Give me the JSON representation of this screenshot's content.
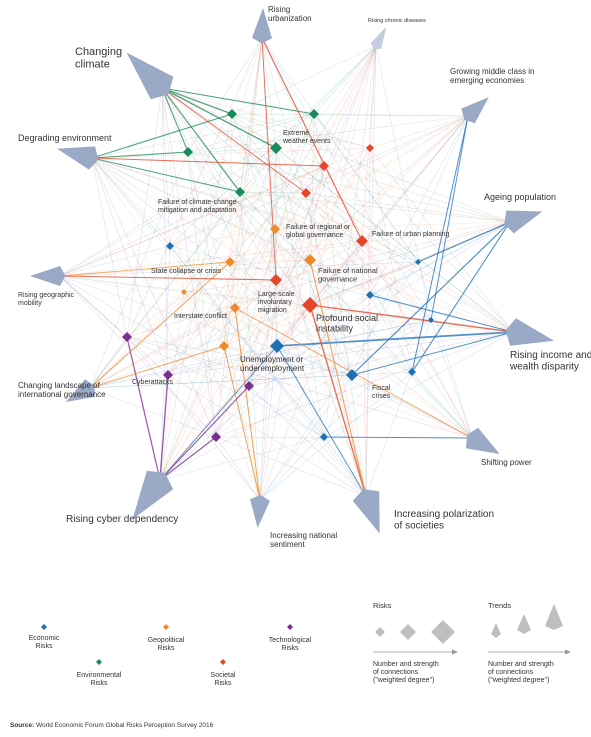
{
  "colors": {
    "economic": "#1f6fb5",
    "environmental": "#1a8a5a",
    "geopolitical": "#ef8a2c",
    "societal": "#e4452b",
    "technological": "#7b2d8e",
    "trend": "#9aa9c6",
    "trend_light": "#c4cde0",
    "legend_shape": "#bfbfbf",
    "axis_arrow": "#999999"
  },
  "trends": [
    {
      "id": "rising-urbanization",
      "label": "Rising\nurbanization",
      "size": 2
    },
    {
      "id": "rising-chronic-diseases",
      "label": "Rising chronic diseases",
      "size": 1
    },
    {
      "id": "growing-middle-class",
      "label": "Growing middle class in\nemerging economies",
      "size": 2
    },
    {
      "id": "ageing-population",
      "label": "Ageing population",
      "size": 3
    },
    {
      "id": "rising-income-disparity",
      "label": "Rising income and\nwealth disparity",
      "size": 4
    },
    {
      "id": "shifting-power",
      "label": "Shifting power",
      "size": 2
    },
    {
      "id": "increasing-polarization",
      "label": "Increasing polarization\nof societies",
      "size": 3
    },
    {
      "id": "increasing-national-sentiment",
      "label": "Increasing national\nsentiment",
      "size": 2
    },
    {
      "id": "rising-cyber-dependency",
      "label": "Rising cyber dependency",
      "size": 4
    },
    {
      "id": "changing-landscape-governance",
      "label": "Changing landscape of\ninternational governance",
      "size": 2
    },
    {
      "id": "rising-geographic-mobility",
      "label": "Rising geographic\nmobility",
      "size": 2
    },
    {
      "id": "degrading-environment",
      "label": "Degrading environment",
      "size": 3
    },
    {
      "id": "changing-climate",
      "label": "Changing\nclimate",
      "size": 4
    }
  ],
  "risks": [
    {
      "id": "extreme-weather",
      "label": "Extreme\nweather events",
      "category": "environmental"
    },
    {
      "id": "climate-change-failure",
      "label": "Failure of climate-change\nmitigation and adaptation",
      "category": "environmental"
    },
    {
      "id": "regional-governance-failure",
      "label": "Failure of regional or\nglobal governance",
      "category": "geopolitical"
    },
    {
      "id": "urban-planning-failure",
      "label": "Failure of urban planning",
      "category": "societal"
    },
    {
      "id": "state-collapse",
      "label": "State collapse or crisis",
      "category": "geopolitical"
    },
    {
      "id": "national-governance-failure",
      "label": "Failure of national\ngovernance",
      "category": "geopolitical"
    },
    {
      "id": "involuntary-migration",
      "label": "Large-scale\ninvoluntary\nmigration",
      "category": "societal"
    },
    {
      "id": "profound-instability",
      "label": "Profound social\ninstability",
      "category": "societal"
    },
    {
      "id": "interstate-conflict",
      "label": "Interstate conflict",
      "category": "geopolitical"
    },
    {
      "id": "unemployment",
      "label": "Unemployment or\nunderemployment",
      "category": "economic"
    },
    {
      "id": "cyberattacks",
      "label": "Cyberattacks",
      "category": "technological"
    },
    {
      "id": "fiscal-crises",
      "label": "Fiscal\ncrises",
      "category": "economic"
    },
    {
      "id": "env-a",
      "label": "",
      "category": "environmental"
    },
    {
      "id": "env-b",
      "label": "",
      "category": "environmental"
    },
    {
      "id": "env-c",
      "label": "",
      "category": "environmental"
    },
    {
      "id": "soc-a",
      "label": "",
      "category": "societal"
    },
    {
      "id": "soc-b",
      "label": "",
      "category": "societal"
    },
    {
      "id": "soc-c",
      "label": "",
      "category": "societal"
    },
    {
      "id": "geo-a",
      "label": "",
      "category": "geopolitical"
    },
    {
      "id": "geo-b",
      "label": "",
      "category": "geopolitical"
    },
    {
      "id": "eco-a",
      "label": "",
      "category": "economic"
    },
    {
      "id": "eco-b",
      "label": "",
      "category": "economic"
    },
    {
      "id": "eco-c",
      "label": "",
      "category": "economic"
    },
    {
      "id": "eco-d",
      "label": "",
      "category": "economic"
    },
    {
      "id": "eco-e",
      "label": "",
      "category": "economic"
    },
    {
      "id": "eco-f",
      "label": "",
      "category": "economic"
    },
    {
      "id": "tech-a",
      "label": "",
      "category": "technological"
    },
    {
      "id": "tech-b",
      "label": "",
      "category": "technological"
    },
    {
      "id": "tech-c",
      "label": "",
      "category": "technological"
    }
  ],
  "legend": {
    "categories": [
      {
        "key": "economic",
        "label": "Economic\nRisks"
      },
      {
        "key": "environmental",
        "label": "Environmental\nRisks"
      },
      {
        "key": "geopolitical",
        "label": "Geopolitical\nRisks"
      },
      {
        "key": "societal",
        "label": "Societal\nRisks"
      },
      {
        "key": "technological",
        "label": "Technological\nRisks"
      }
    ],
    "risks_title": "Risks",
    "trends_title": "Trends",
    "axis_label": "Number and strength\nof connections\n(\"weighted degree\")"
  },
  "source": {
    "prefix": "Source:",
    "text": " World Economic Forum Global Risks Perception Survey 2016"
  }
}
